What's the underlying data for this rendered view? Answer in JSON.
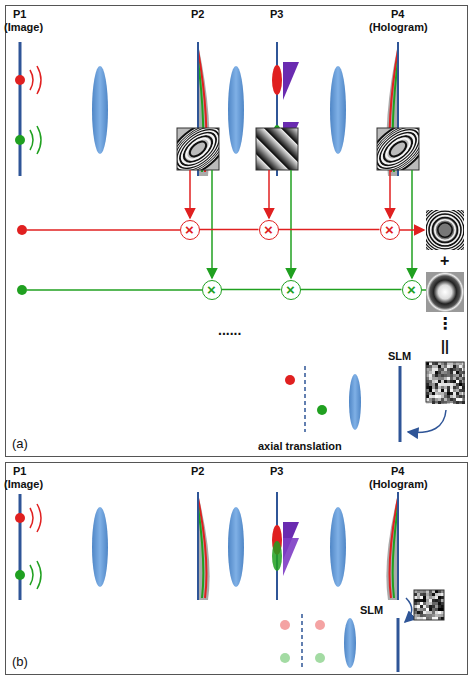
{
  "diagram": {
    "nodes": [
      {
        "text": [
          "(a)"
        ]
      },
      {
        "text": [
          "×"
        ],
        "in": 0
      },
      {
        "text": [
          "×"
        ],
        "in": 0
      },
      {
        "text": [
          "×"
        ],
        "in": 0
      },
      {
        "text": [
          "×"
        ],
        "in": 0
      },
      {
        "text": [
          "×"
        ],
        "in": 0
      },
      {
        "text": [
          "×"
        ],
        "in": 0
      },
      {
        "text": [
          "(b)"
        ]
      }
    ],
    "edges": [
      {
        "from": 1,
        "to": 2,
        "arrow": "none"
      },
      {
        "from": 2,
        "to": 3,
        "arrow": "none"
      },
      {
        "from": 4,
        "to": 5,
        "arrow": "none"
      },
      {
        "from": 5,
        "to": 6,
        "arrow": "none"
      }
    ],
    "labels": [
      "P1",
      "(Image)",
      "P2",
      "P3",
      "P4",
      "(Hologram)",
      "+",
      "⋮",
      "||",
      "......",
      "SLM",
      "axial translation",
      "P1",
      "(Image)",
      "P2",
      "P3",
      "P4",
      "(Hologram)",
      "SLM"
    ]
  }
}
